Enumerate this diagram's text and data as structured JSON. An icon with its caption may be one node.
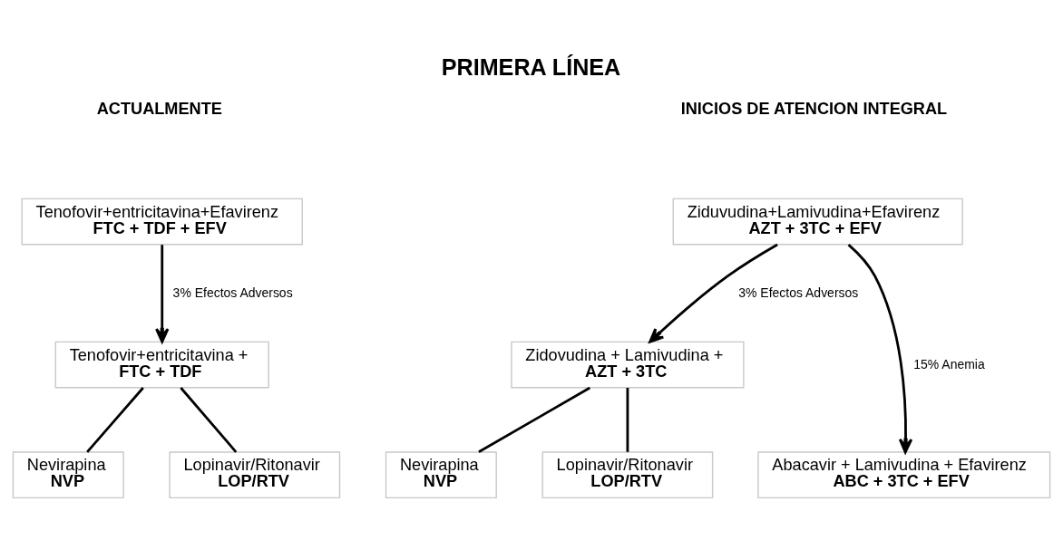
{
  "diagram": {
    "title": "PRIMERA LÍNEA",
    "nodes": [
      {
        "text": [
          "Tenofovir+entricitavina+Efavirenz",
          "FTC + TDF + EFV"
        ]
      },
      {
        "text": [
          "Tenofovir+entricitavina +",
          "FTC + TDF"
        ]
      },
      {
        "text": [
          "Nevirapina",
          "NVP"
        ]
      },
      {
        "text": [
          "Lopinavir/Ritonavir",
          "LOP/RTV"
        ]
      },
      {
        "text": [
          "Ziduvudina+Lamivudina+Efavirenz",
          "AZT + 3TC + EFV"
        ]
      },
      {
        "text": [
          "Zidovudina + Lamivudina +",
          "AZT + 3TC"
        ]
      },
      {
        "text": [
          "Nevirapina",
          "NVP"
        ]
      },
      {
        "text": [
          "Lopinavir/Ritonavir",
          "LOP/RTV"
        ]
      },
      {
        "text": [
          "Abacavir + Lamivudina + Efavirenz",
          "ABC + 3TC + EFV"
        ]
      }
    ],
    "edges": [
      {
        "from": 0,
        "to": 1,
        "arrow": "to",
        "label": "3% Efectos Adversos"
      },
      {
        "from": 1,
        "to": 2,
        "arrow": "none"
      },
      {
        "from": 1,
        "to": 3,
        "arrow": "none"
      },
      {
        "from": 4,
        "to": 5,
        "arrow": "to",
        "label": "3% Efectos Adversos"
      },
      {
        "from": 5,
        "to": 6,
        "arrow": "none"
      },
      {
        "from": 5,
        "to": 7,
        "arrow": "none"
      },
      {
        "from": 4,
        "to": 8,
        "arrow": "to",
        "label": "15% Anemia"
      }
    ],
    "labels": [
      "ACTUALMENTE",
      "INICIOS DE ATENCION INTEGRAL"
    ]
  }
}
